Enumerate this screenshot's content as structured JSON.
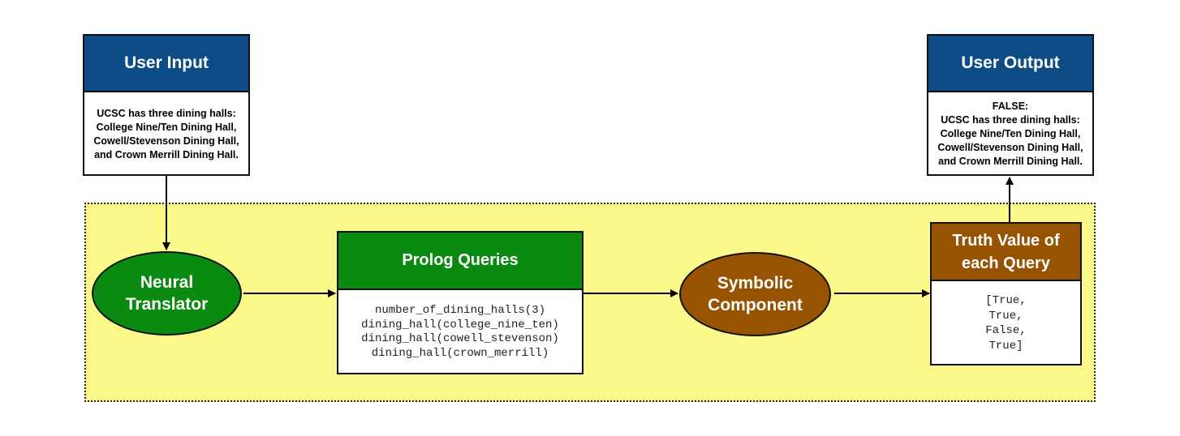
{
  "user_input": {
    "title": "User Input",
    "lines": [
      "UCSC has three dining halls:",
      "College Nine/Ten Dining Hall,",
      "Cowell/Stevenson Dining Hall,",
      "and Crown Merrill Dining Hall."
    ]
  },
  "user_output": {
    "title": "User Output",
    "lines": [
      "FALSE:",
      "UCSC has three dining halls:",
      "College Nine/Ten Dining Hall,",
      "Cowell/Stevenson Dining Hall,",
      "and Crown Merrill Dining Hall."
    ]
  },
  "neural_translator": {
    "lines": [
      "Neural",
      "Translator"
    ]
  },
  "prolog_queries": {
    "title": "Prolog Queries",
    "lines": [
      "number_of_dining_halls(3)",
      "dining_hall(college_nine_ten)",
      "dining_hall(cowell_stevenson)",
      "dining_hall(crown_merrill)"
    ]
  },
  "symbolic_component": {
    "lines": [
      "Symbolic",
      "Component"
    ]
  },
  "truth_values": {
    "title_lines": [
      "Truth Value of",
      "each Query"
    ],
    "lines": [
      "[True,",
      "True,",
      "False,",
      "True]"
    ]
  },
  "colors": {
    "header_blue": "#0e4c86",
    "green": "#0a8a10",
    "brown": "#985300",
    "region_yellow": "#fbf989"
  }
}
